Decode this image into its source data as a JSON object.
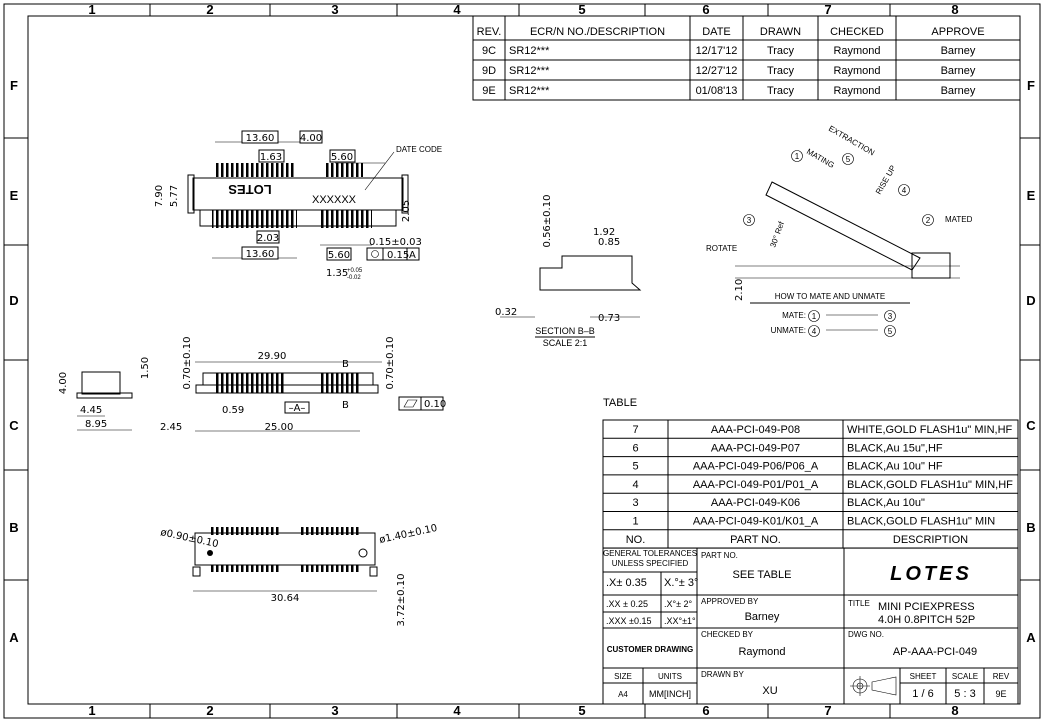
{
  "grid": {
    "columns": [
      "1",
      "2",
      "3",
      "4",
      "5",
      "6",
      "7",
      "8"
    ],
    "rows": [
      "F",
      "E",
      "D",
      "C",
      "B",
      "A"
    ]
  },
  "revision_table": {
    "headers": [
      "REV.",
      "ECR/N NO./DESCRIPTION",
      "DATE",
      "DRAWN",
      "CHECKED",
      "APPROVE"
    ],
    "rows": [
      [
        "9C",
        "SR12***",
        "12/17'12",
        "Tracy",
        "Raymond",
        "Barney"
      ],
      [
        "9D",
        "SR12***",
        "12/27'12",
        "Tracy",
        "Raymond",
        "Barney"
      ],
      [
        "9E",
        "SR12***",
        "01/08'13",
        "Tracy",
        "Raymond",
        "Barney"
      ]
    ]
  },
  "top_view": {
    "dims": [
      "13.60",
      "4.00",
      "1.63",
      "5.60",
      "7.90",
      "5.77",
      "2.05",
      "2.03",
      "13.60",
      "5.60",
      "0.15±0.03",
      "0.15",
      "A",
      "1.35"
    ],
    "tol_plus": "+0.05",
    "tol_minus": "-0.02",
    "date_code_label": "DATE CODE",
    "date_code": "XXXXXX",
    "logo": "LOTES"
  },
  "section": {
    "dims": [
      "0.56±0.10",
      "1.92",
      "0.85",
      "0.32",
      "0.73"
    ],
    "title": "SECTION  B–B",
    "scale": "SCALE  2:1"
  },
  "mating": {
    "extraction": "EXTRACTION",
    "mating": "MATING",
    "rise_up": "RISE UP",
    "mated": "MATED",
    "rotate": "ROTATE",
    "angle": "30° Ref",
    "height": "2.10",
    "steps": [
      "1",
      "2",
      "3",
      "4",
      "5"
    ],
    "how_to": "HOW TO MATE AND UNMATE",
    "mate_label": "MATE:",
    "unmate_label": "UNMATE:"
  },
  "side_view": {
    "dims": [
      "4.00",
      "1.50",
      "4.45",
      "8.95"
    ]
  },
  "front_view": {
    "dims": [
      "0.70±0.10",
      "29.90",
      "0.70±0.10",
      "0.59",
      "2.45",
      "25.00",
      "0.10"
    ],
    "datum": "–A–",
    "section_mark": "B"
  },
  "bottom_view": {
    "dims": [
      "ø0.90±0.10",
      "ø1.40±0.10",
      "30.64",
      "3.72±0.10"
    ]
  },
  "table_label": "TABLE",
  "parts_table": {
    "headers": [
      "NO.",
      "PART NO.",
      "DESCRIPTION"
    ],
    "rows": [
      [
        "7",
        "AAA-PCI-049-P08",
        "WHITE,GOLD FLASH1u\" MIN,HF"
      ],
      [
        "6",
        "AAA-PCI-049-P07",
        "BLACK,Au 15u\",HF"
      ],
      [
        "5",
        "AAA-PCI-049-P06/P06_A",
        "BLACK,Au 10u\" HF"
      ],
      [
        "4",
        "AAA-PCI-049-P01/P01_A",
        "BLACK,GOLD FLASH1u\" MIN,HF"
      ],
      [
        "3",
        "AAA-PCI-049-K06",
        "BLACK,Au 10u\""
      ],
      [
        "1",
        "AAA-PCI-049-K01/K01_A",
        "BLACK,GOLD FLASH1u\" MIN"
      ]
    ]
  },
  "title_block": {
    "tolerances_header_1": "GENERAL TOLERANCES",
    "tolerances_header_2": "UNLESS SPECIFIED",
    "tolerances": [
      [
        ".X± 0.35",
        "X.°± 3°"
      ],
      [
        ".XX ± 0.25",
        ".X°± 2°"
      ],
      [
        ".XXX ±0.15",
        ".XX°±1°"
      ]
    ],
    "customer_drawing": "CUSTOMER DRAWING",
    "size_label": "SIZE",
    "size": "A4",
    "units_label": "UNITS",
    "units": "MM[INCH]",
    "part_no_label": "PART NO.",
    "part_no": "SEE TABLE",
    "approved_by_label": "APPROVED BY",
    "approved_by": "Barney",
    "checked_by_label": "CHECKED BY",
    "checked_by": "Raymond",
    "drawn_by_label": "DRAWN BY",
    "drawn_by": "XU",
    "company": "LOTES",
    "title_label": "TITLE",
    "title_1": "MINI PCIEXPRESS",
    "title_2": "4.0H 0.8PITCH 52P",
    "dwg_no_label": "DWG NO.",
    "dwg_no": "AP-AAA-PCI-049",
    "sheet_label": "SHEET",
    "sheet": "1 / 6",
    "scale_label": "SCALE",
    "scale": "5 : 3",
    "rev_label": "REV",
    "rev": "9E"
  }
}
